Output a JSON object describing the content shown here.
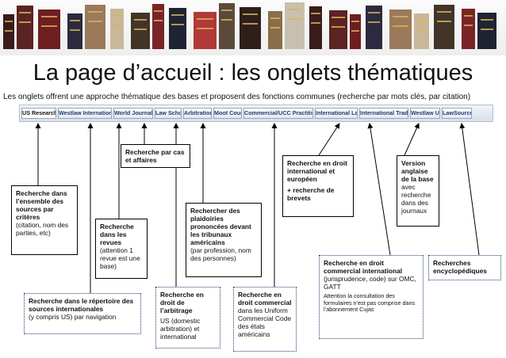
{
  "title": "La page d’accueil : les onglets thématiques",
  "subtitle": "Les onglets offrent une approche thématique des bases et proposent des fonctions communes (recherche par mots clés, par citation)",
  "colors": {
    "tab_text": "#1f3a73",
    "dotted_border": "#263f73",
    "arrow": "#000000"
  },
  "tabs": [
    {
      "label": "US Research"
    },
    {
      "label": "Westlaw International"
    },
    {
      "label": "World Journals"
    },
    {
      "label": "Law School"
    },
    {
      "label": "Arbitration"
    },
    {
      "label": "Moot Court"
    },
    {
      "label": "Commercial/UCC Practition..."
    },
    {
      "label": "International Law"
    },
    {
      "label": "International Trade"
    },
    {
      "label": "Westlaw UK"
    },
    {
      "label": "LawSource"
    }
  ],
  "boxes": {
    "us_research": {
      "bold": "Recherche dans l’ensemble des sources par critères",
      "rest": "(citation, nom des parties, etc)"
    },
    "westlaw_intl": {
      "bold": "Recherche dans le répertoire des sources internationales",
      "rest": "(y compris US) par navigation"
    },
    "world_journals": {
      "bold": "Recherche dans les revues",
      "rest": "(attention 1 revue est une base)"
    },
    "law_school": {
      "bold": "Recherche par cas et affaires",
      "rest": ""
    },
    "arbitration": {
      "bold": "Recherche en droit de l’arbitrage",
      "rest": "US (domestic arbitration) et international"
    },
    "moot_court": {
      "bold": "Rechercher des plaidoiries prononcées devant les tribunaux américains",
      "rest": "(par profession, nom des personnes)"
    },
    "commercial_ucc": {
      "bold": "Recherche en droit commercial",
      "rest": "dans les Uniform Commercial Code des états américains"
    },
    "international_law": {
      "bold": "Recherche en droit international et européen",
      "extra": "+ recherche de brevets"
    },
    "international_trade": {
      "bold": "Recherche en droit commercial international",
      "rest": "(jurisprudence, code) sur OMC, GATT",
      "note": "Attention la consultation des formulaires n’est pas comprise dans l’abonnement Cujas"
    },
    "westlaw_uk": {
      "bold": "Version anglaise de la base",
      "rest": "avec recherche dans des journaux"
    },
    "lawsource": {
      "bold": "Recherches encyclopédiques"
    }
  }
}
